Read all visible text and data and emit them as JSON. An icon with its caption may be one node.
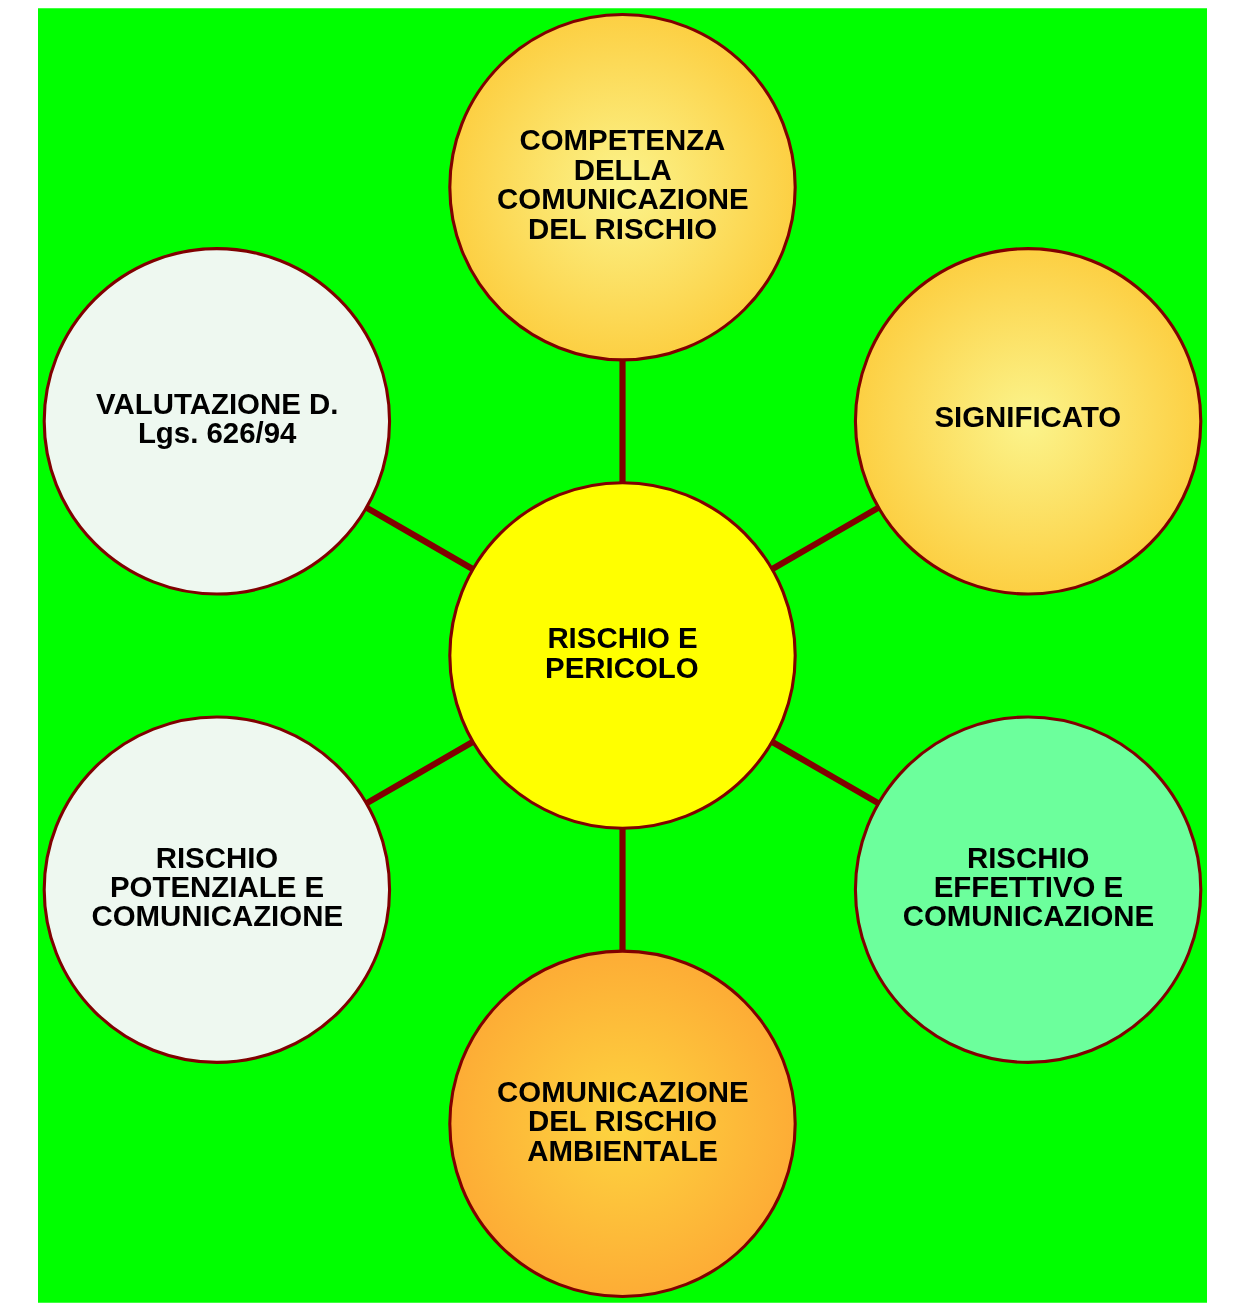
{
  "diagram": {
    "nodes": [
      {
        "text": [
          "SIGNIFICATO"
        ]
      },
      {
        "text": [
          "COMPETENZA DELLA COMUNICAZIONE DEL RISCHIO"
        ]
      },
      {
        "text": [
          "VALUTAZIONE D. Lgs. 626/94"
        ]
      },
      {
        "text": [
          "RISCHIO E PERICOLO"
        ]
      },
      {
        "text": [
          "RISCHIO POTENZIALE E COMUNICAZIONE"
        ]
      },
      {
        "text": [
          "COMUNICAZIONE DEL RISCHIO AMBIENTALE"
        ]
      },
      {
        "text": [
          "RISCHIO EFFETTIVO E COMUNICAZIONE"
        ]
      }
    ],
    "edges": [
      {
        "from": 3,
        "to": 0,
        "arrow": "none"
      },
      {
        "from": 3,
        "to": 1,
        "arrow": "none"
      },
      {
        "from": 3,
        "to": 2,
        "arrow": "none"
      },
      {
        "from": 3,
        "to": 4,
        "arrow": "none"
      },
      {
        "from": 3,
        "to": 5,
        "arrow": "none"
      },
      {
        "from": 3,
        "to": 6,
        "arrow": "none"
      }
    ]
  }
}
